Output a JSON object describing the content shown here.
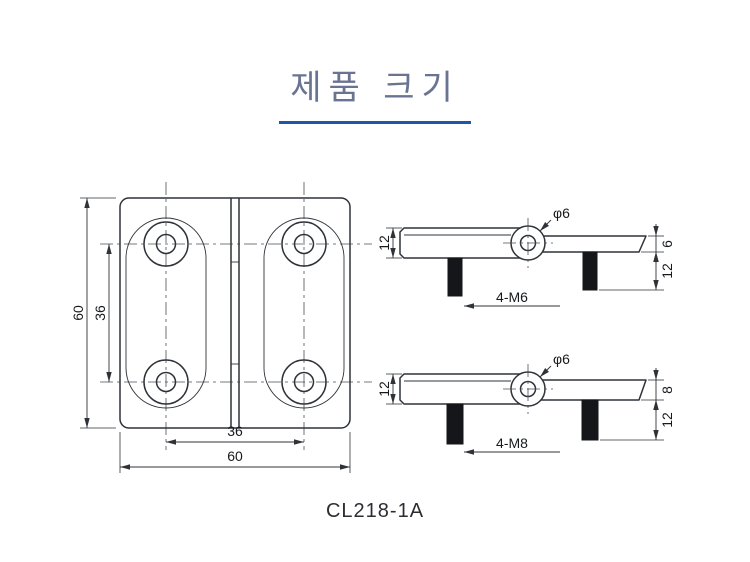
{
  "page": {
    "title": "제품 크기",
    "caption": "CL218-1A"
  },
  "colors": {
    "accent_underline": "#2156a6",
    "title_text": "#6a7391",
    "drawing_line": "#2f3338"
  },
  "front_view": {
    "dim_height_outer": "60",
    "dim_height_inner": "36",
    "dim_width_inner": "36",
    "dim_width_outer": "60"
  },
  "side_view_m6": {
    "dim_plate_thickness": "12",
    "hole_label": "φ6",
    "dim_leaf_thickness": "6",
    "dim_stud_length": "12",
    "thread_label": "4-M6"
  },
  "side_view_m8": {
    "dim_plate_thickness": "12",
    "hole_label": "φ6",
    "dim_leaf_thickness": "8",
    "dim_stud_length": "12",
    "thread_label": "4-M8"
  }
}
